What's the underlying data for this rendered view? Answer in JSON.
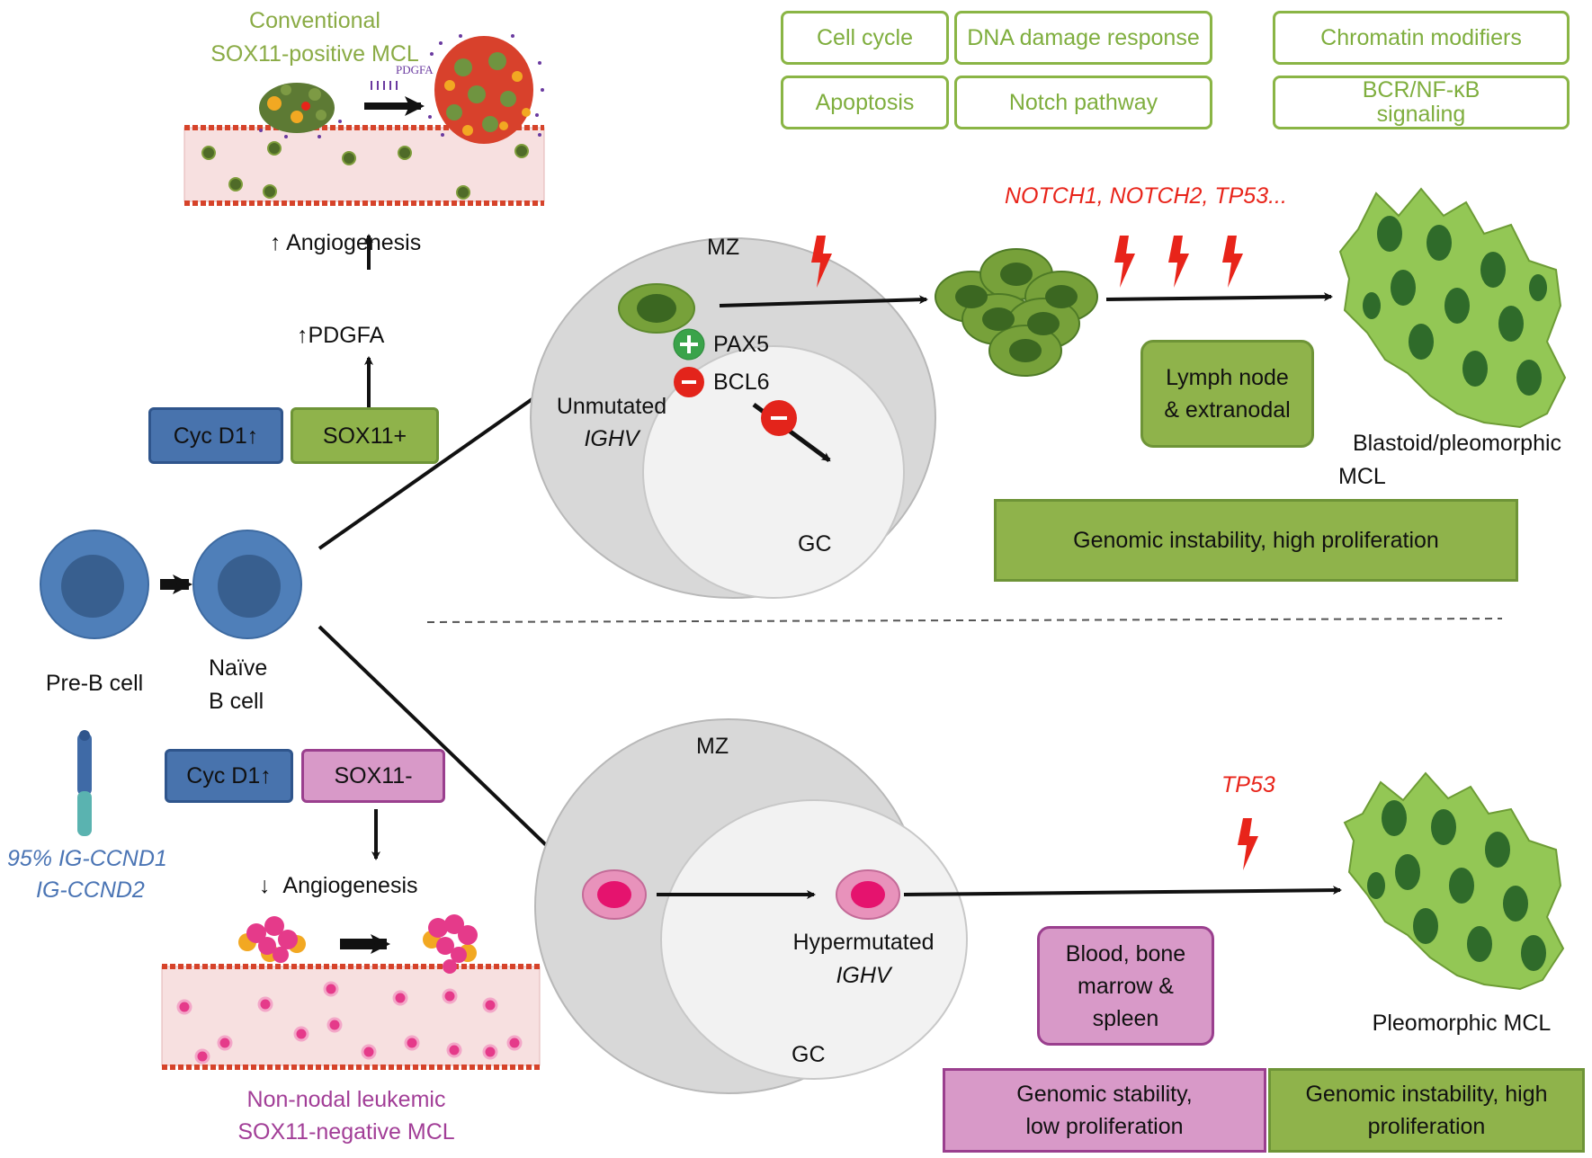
{
  "pathways": {
    "cell_cycle": "Cell cycle",
    "dna_damage": "DNA damage response",
    "chromatin": "Chromatin modifiers",
    "apoptosis": "Apoptosis",
    "notch": "Notch pathway",
    "bcr_line1": "BCR/NF-κB",
    "bcr_line2": "signaling"
  },
  "top_left": {
    "title_line1": "Conventional",
    "title_line2": "SOX11-positive MCL",
    "pdgfa_small": "PDGFA",
    "angiogenesis": "Angiogenesis",
    "pdgfa": "PDGFA",
    "cyc": "Cyc D1↑",
    "sox": "SOX11+",
    "up_arrow": "↑"
  },
  "cells": {
    "pre_b": "Pre-B cell",
    "naive_line1": "Naïve",
    "naive_line2": "B cell",
    "translocation_line1": "95% IG-CCND1",
    "translocation_line2": "IG-CCND2"
  },
  "bottom_left": {
    "cyc": "Cyc D1↑",
    "sox": "SOX11-",
    "down_arrow": "↓",
    "angiogenesis": "Angiogenesis",
    "title_line1": "Non-nodal leukemic",
    "title_line2": "SOX11-negative MCL"
  },
  "upper_path": {
    "mz": "MZ",
    "gc": "GC",
    "pax5": "PAX5",
    "bcl6": "BCL6",
    "plus": "+",
    "minus": "-",
    "unmutated": "Unmutated",
    "ighv": "IGHV",
    "mutations": "NOTCH1, NOTCH2, TP53...",
    "location_line1": "Lymph node",
    "location_line2": "& extranodal",
    "outcome_line1": "Blastoid/pleomorphic",
    "outcome_line2": "MCL",
    "genomic": "Genomic instability, high proliferation"
  },
  "lower_path": {
    "mz": "MZ",
    "gc": "GC",
    "hypermutated": "Hypermutated",
    "ighv": "IGHV",
    "mutation": "TP53",
    "location_line1": "Blood, bone",
    "location_line2": "marrow &",
    "location_line3": "spleen",
    "outcome": "Pleomorphic MCL",
    "stable_line1": "Genomic stability,",
    "stable_line2": "low proliferation",
    "unstable_line1": "Genomic instability, high",
    "unstable_line2": "proliferation"
  },
  "colors": {
    "pathway_green": "#8ab545",
    "box_green": "#8fb34b",
    "box_pink": "#d899c8",
    "cyc_blue": "#4873ad",
    "mutation_red": "#e8241a",
    "title_green": "#8aab45",
    "title_purple": "#a23e97",
    "translocation_blue": "#4a74b4"
  }
}
